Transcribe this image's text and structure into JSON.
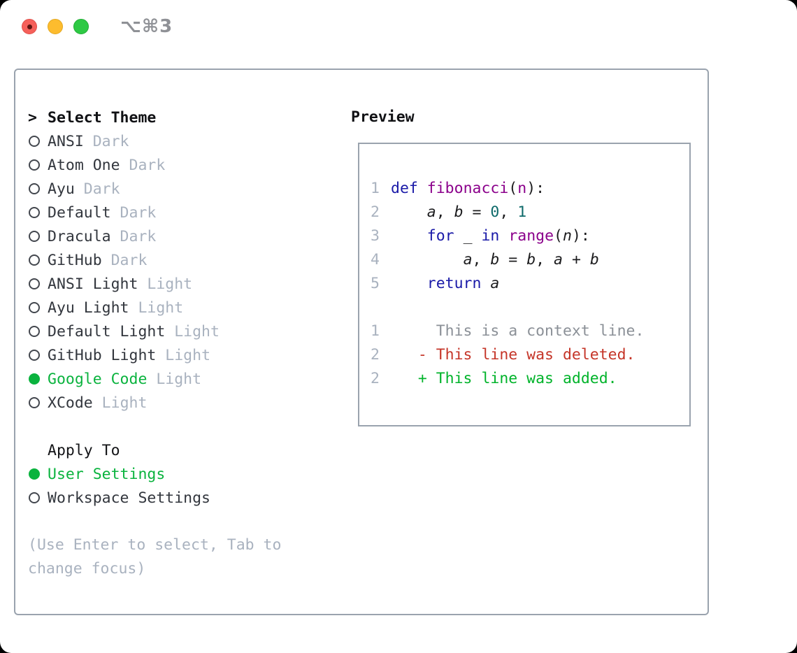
{
  "window": {
    "title": "⌥⌘3"
  },
  "colors": {
    "keyword": "#1a1aa8",
    "function": "#8b008b",
    "literal": "#0e6a6a",
    "plain": "#1c1c1e",
    "line_number": "#a9b2bf",
    "context": "#8b9097",
    "deleted": "#c53528",
    "added": "#00b32a",
    "accent_green": "#0ab33e",
    "text_dark": "#32363d",
    "text_muted": "#a9b2bf",
    "border": "#9aa3ae",
    "traffic_red": "#f5605a",
    "traffic_yellow": "#fdbc2e",
    "traffic_green": "#2ec944"
  },
  "theme_list": {
    "cursor": ">",
    "header": "Select Theme",
    "items": [
      {
        "name": "ANSI",
        "variant": "Dark",
        "selected": false
      },
      {
        "name": "Atom One",
        "variant": "Dark",
        "selected": false
      },
      {
        "name": "Ayu",
        "variant": "Dark",
        "selected": false
      },
      {
        "name": "Default",
        "variant": "Dark",
        "selected": false
      },
      {
        "name": "Dracula",
        "variant": "Dark",
        "selected": false
      },
      {
        "name": "GitHub",
        "variant": "Dark",
        "selected": false
      },
      {
        "name": "ANSI Light",
        "variant": "Light",
        "selected": false
      },
      {
        "name": "Ayu Light",
        "variant": "Light",
        "selected": false
      },
      {
        "name": "Default Light",
        "variant": "Light",
        "selected": false
      },
      {
        "name": "GitHub Light",
        "variant": "Light",
        "selected": false
      },
      {
        "name": "Google Code",
        "variant": "Light",
        "selected": true
      },
      {
        "name": "XCode",
        "variant": "Light",
        "selected": false
      }
    ]
  },
  "apply_to": {
    "header": "Apply To",
    "options": [
      {
        "label": "User Settings",
        "selected": true
      },
      {
        "label": "Workspace Settings",
        "selected": false
      }
    ]
  },
  "hint": {
    "line1": "(Use Enter to select, Tab to",
    "line2": "change focus)"
  },
  "preview": {
    "title": "Preview",
    "lines": [
      {
        "num": "1",
        "tokens": [
          {
            "t": "def",
            "c": "kw"
          },
          {
            "t": " ",
            "c": "pl"
          },
          {
            "t": "fibonacci",
            "c": "fn"
          },
          {
            "t": "(",
            "c": "pl"
          },
          {
            "t": "n",
            "c": "fn"
          },
          {
            "t": "):",
            "c": "pl"
          }
        ]
      },
      {
        "num": "2",
        "tokens": [
          {
            "t": "    ",
            "c": "pl"
          },
          {
            "t": "a",
            "c": "var"
          },
          {
            "t": ", ",
            "c": "pl"
          },
          {
            "t": "b",
            "c": "var"
          },
          {
            "t": " = ",
            "c": "pl"
          },
          {
            "t": "0",
            "c": "num"
          },
          {
            "t": ", ",
            "c": "pl"
          },
          {
            "t": "1",
            "c": "num"
          }
        ]
      },
      {
        "num": "3",
        "tokens": [
          {
            "t": "    ",
            "c": "pl"
          },
          {
            "t": "for",
            "c": "kw"
          },
          {
            "t": " _ ",
            "c": "pl"
          },
          {
            "t": "in",
            "c": "kw"
          },
          {
            "t": " ",
            "c": "pl"
          },
          {
            "t": "range",
            "c": "fn"
          },
          {
            "t": "(",
            "c": "pl"
          },
          {
            "t": "n",
            "c": "var"
          },
          {
            "t": "):",
            "c": "pl"
          }
        ]
      },
      {
        "num": "4",
        "tokens": [
          {
            "t": "        ",
            "c": "pl"
          },
          {
            "t": "a",
            "c": "var"
          },
          {
            "t": ", ",
            "c": "pl"
          },
          {
            "t": "b",
            "c": "var"
          },
          {
            "t": " = ",
            "c": "pl"
          },
          {
            "t": "b",
            "c": "var"
          },
          {
            "t": ", ",
            "c": "pl"
          },
          {
            "t": "a",
            "c": "var"
          },
          {
            "t": " + ",
            "c": "pl"
          },
          {
            "t": "b",
            "c": "var"
          }
        ]
      },
      {
        "num": "5",
        "tokens": [
          {
            "t": "    ",
            "c": "pl"
          },
          {
            "t": "return",
            "c": "kw"
          },
          {
            "t": " ",
            "c": "pl"
          },
          {
            "t": "a",
            "c": "var"
          }
        ]
      },
      {
        "num": "",
        "tokens": []
      },
      {
        "num": "1",
        "tokens": [
          {
            "t": "     This is a context line.",
            "c": "ctx"
          }
        ]
      },
      {
        "num": "2",
        "tokens": [
          {
            "t": "   - This line was deleted.",
            "c": "del"
          }
        ]
      },
      {
        "num": "2",
        "tokens": [
          {
            "t": "   + This line was added.",
            "c": "add"
          }
        ]
      }
    ]
  }
}
